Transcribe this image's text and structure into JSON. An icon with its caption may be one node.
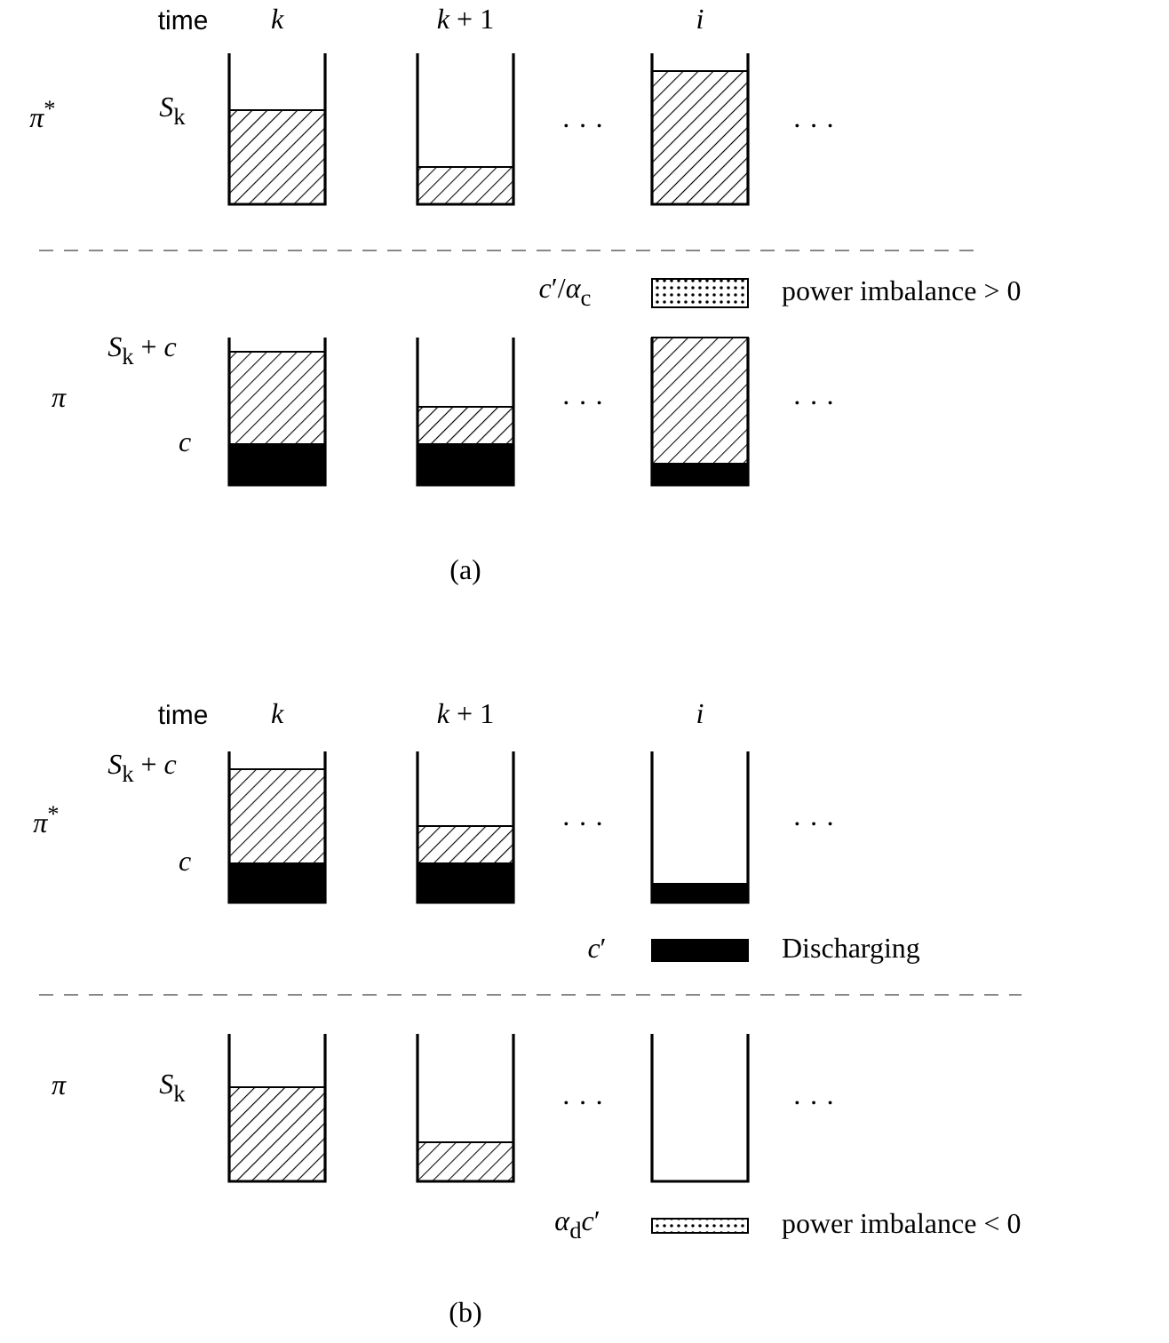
{
  "diagram": {
    "labels": [
      "time",
      "*k*",
      "*k* + 1",
      "*i*",
      "*π*$^{*}$",
      "*S*$_{k}$",
      "· · ·",
      "· · ·",
      "*c*′/*α*$_{c}$",
      "*S*$_{k}$ + *c*",
      "*π*",
      "*c*",
      "· · ·",
      "· · ·",
      "(a)",
      "time",
      "*k*",
      "*k* + 1",
      "*i*",
      "*S*$_{k}$ + *c*",
      "*π*$^{*}$",
      "*c*",
      "· · ·",
      "· · ·",
      "*c*′",
      "*π*",
      "*S*$_{k}$",
      "· · ·",
      "· · ·",
      "*α*$_{d}$*c*′",
      "(b)"
    ],
    "legend": [
      {
        "text": "power imbalance > 0"
      },
      {
        "text": "Discharging",
        "color": "#000000"
      },
      {
        "text": "power imbalance < 0"
      }
    ]
  }
}
